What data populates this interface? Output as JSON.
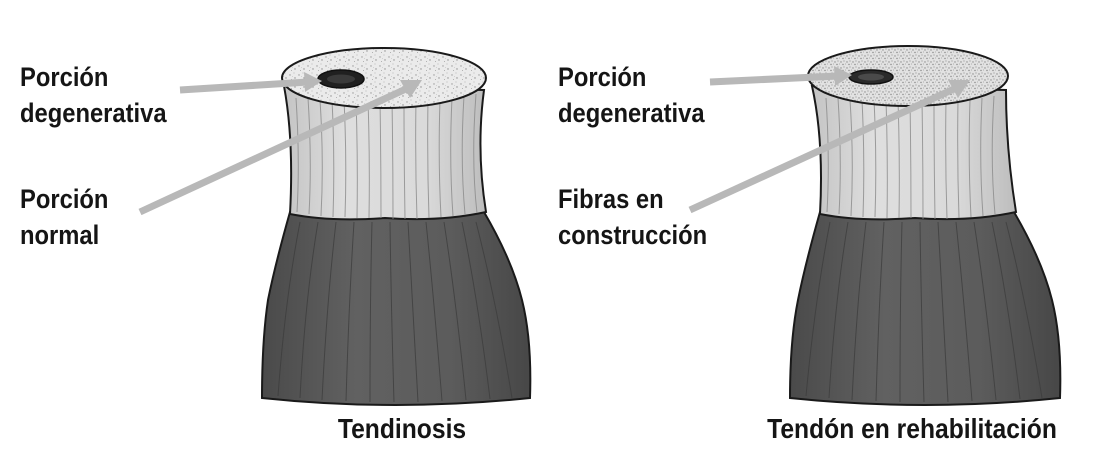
{
  "panels": [
    {
      "caption": "Tendinosis",
      "labels": [
        {
          "line1": "Porción",
          "line2": "degenerativa"
        },
        {
          "line1": "Porción",
          "line2": "normal"
        }
      ]
    },
    {
      "caption": "Tendón en rehabilitación",
      "labels": [
        {
          "line1": "Porción",
          "line2": "degenerativa"
        },
        {
          "line1": "Fibras en",
          "line2": "construcción"
        }
      ]
    }
  ],
  "colors": {
    "ink": "#151515",
    "arrow": "#b8b8b8",
    "upper_tendon": "#d8d8d8",
    "lower_muscle": "#5a5a5a",
    "top_face": "#e9e9e9",
    "lesion": "#222222"
  }
}
